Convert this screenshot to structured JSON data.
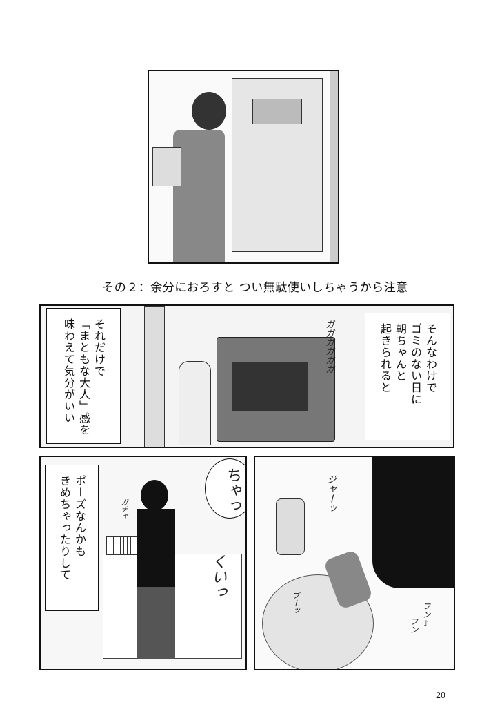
{
  "caption": "その２：余分におろすと つい無駄使いしちゃうから注意",
  "page_number": "20",
  "panel2": {
    "right_narration": "そんなわけで\nゴミのない日に\n朝ちゃんと\n起きられると",
    "left_narration": "それだけで\n「まともな大人」感を\n味わえて気分がいい",
    "sfx_truck": "ガガガガガガ"
  },
  "panel3": {
    "narration": "ポーズなんかも\nきめちゃったりして",
    "speech": "ちゃっ",
    "sfx_twist": "くいっ",
    "sfx_rattle": "ガチャ"
  },
  "panel4": {
    "sfx_water": "ジャーッ",
    "sfx_hum1": "フン♪",
    "sfx_hum2": "フン",
    "sfx_splash": "ブーッ"
  }
}
